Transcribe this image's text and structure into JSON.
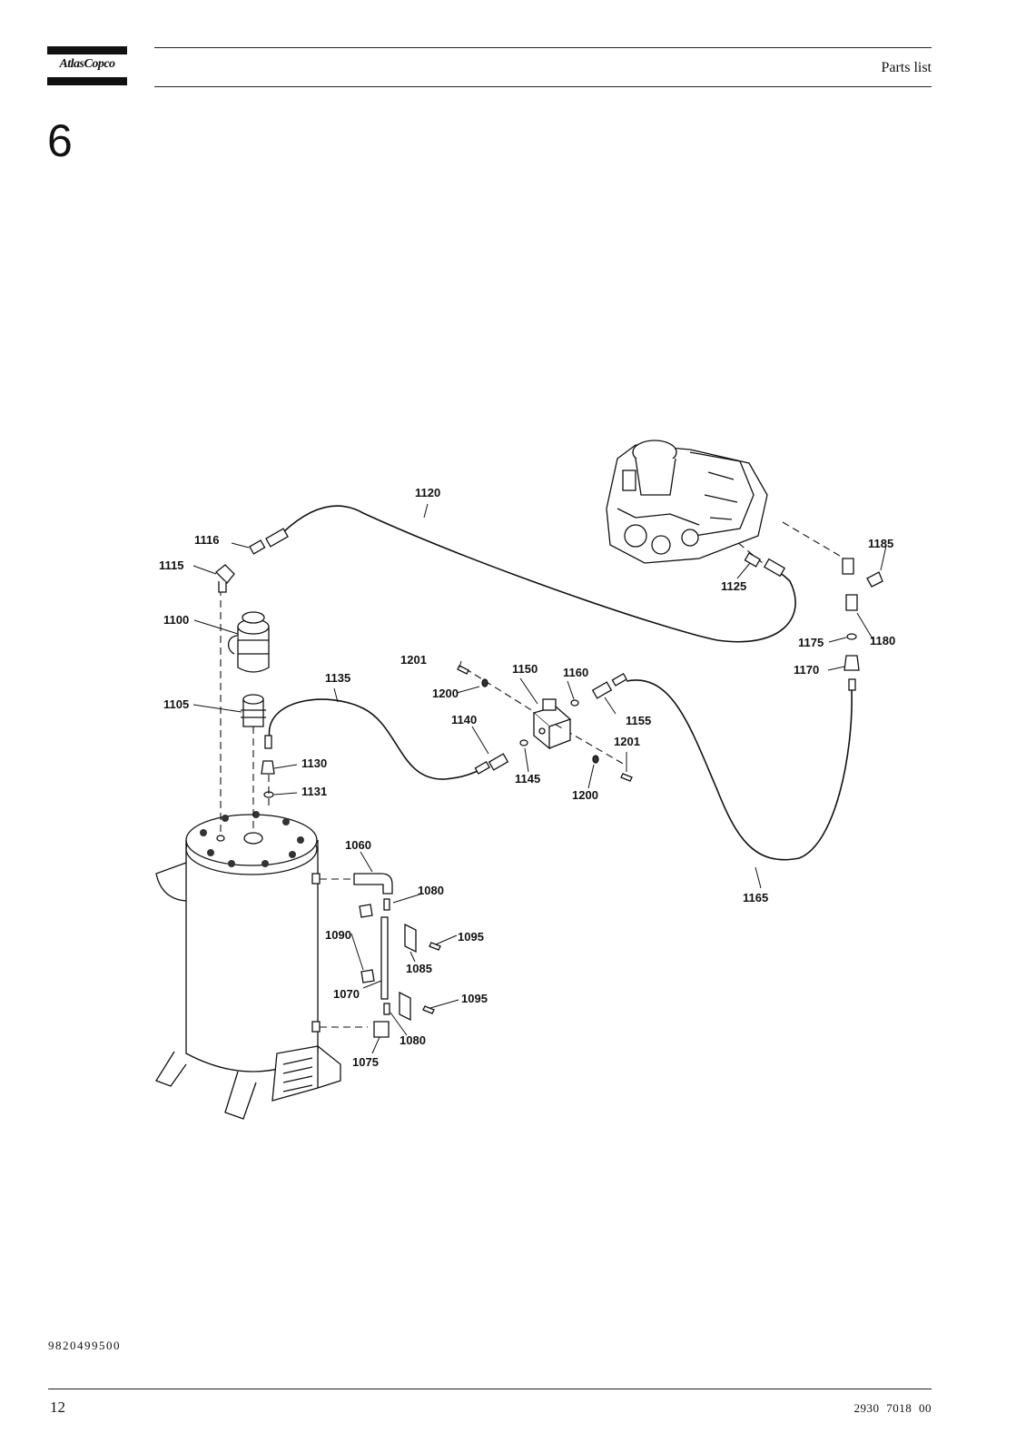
{
  "header": {
    "logo_text": "AtlasCopco",
    "title": "Parts list"
  },
  "section_number": "6",
  "callouts": {
    "c1060": "1060",
    "c1070": "1070",
    "c1075": "1075",
    "c1080a": "1080",
    "c1080b": "1080",
    "c1085": "1085",
    "c1090": "1090",
    "c1095a": "1095",
    "c1095b": "1095",
    "c1100": "1100",
    "c1105": "1105",
    "c1115": "1115",
    "c1116": "1116",
    "c1120": "1120",
    "c1125": "1125",
    "c1130": "1130",
    "c1131": "1131",
    "c1135": "1135",
    "c1140": "1140",
    "c1145": "1145",
    "c1150": "1150",
    "c1155": "1155",
    "c1160": "1160",
    "c1165": "1165",
    "c1170": "1170",
    "c1175": "1175",
    "c1180": "1180",
    "c1185": "1185",
    "c1200a": "1200",
    "c1200b": "1200",
    "c1201a": "1201",
    "c1201b": "1201"
  },
  "footer": {
    "document_number": "9820499500",
    "page_number": "12",
    "manual_code": "2930 7018 00"
  }
}
